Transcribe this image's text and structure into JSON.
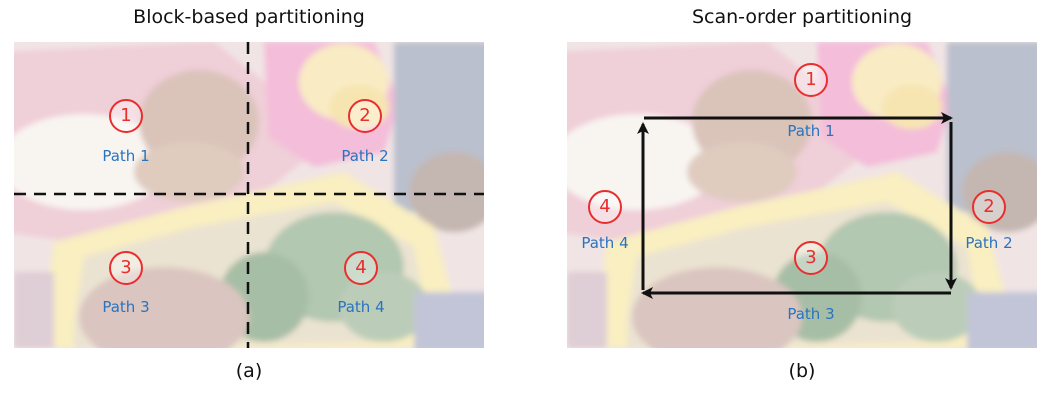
{
  "colors": {
    "region_number": "#ea2d2d",
    "path_label": "#2a73bf",
    "lines": "#111111"
  },
  "panel_a": {
    "title": "Block-based partitioning",
    "caption": "(a)",
    "regions": [
      {
        "number": "1",
        "label": "Path 1"
      },
      {
        "number": "2",
        "label": "Path 2"
      },
      {
        "number": "3",
        "label": "Path 3"
      },
      {
        "number": "4",
        "label": "Path 4"
      }
    ]
  },
  "panel_b": {
    "title": "Scan-order partitioning",
    "caption": "(b)",
    "regions": [
      {
        "number": "1",
        "label": "Path 1"
      },
      {
        "number": "2",
        "label": "Path 2"
      },
      {
        "number": "3",
        "label": "Path 3"
      },
      {
        "number": "4",
        "label": "Path 4"
      }
    ]
  }
}
